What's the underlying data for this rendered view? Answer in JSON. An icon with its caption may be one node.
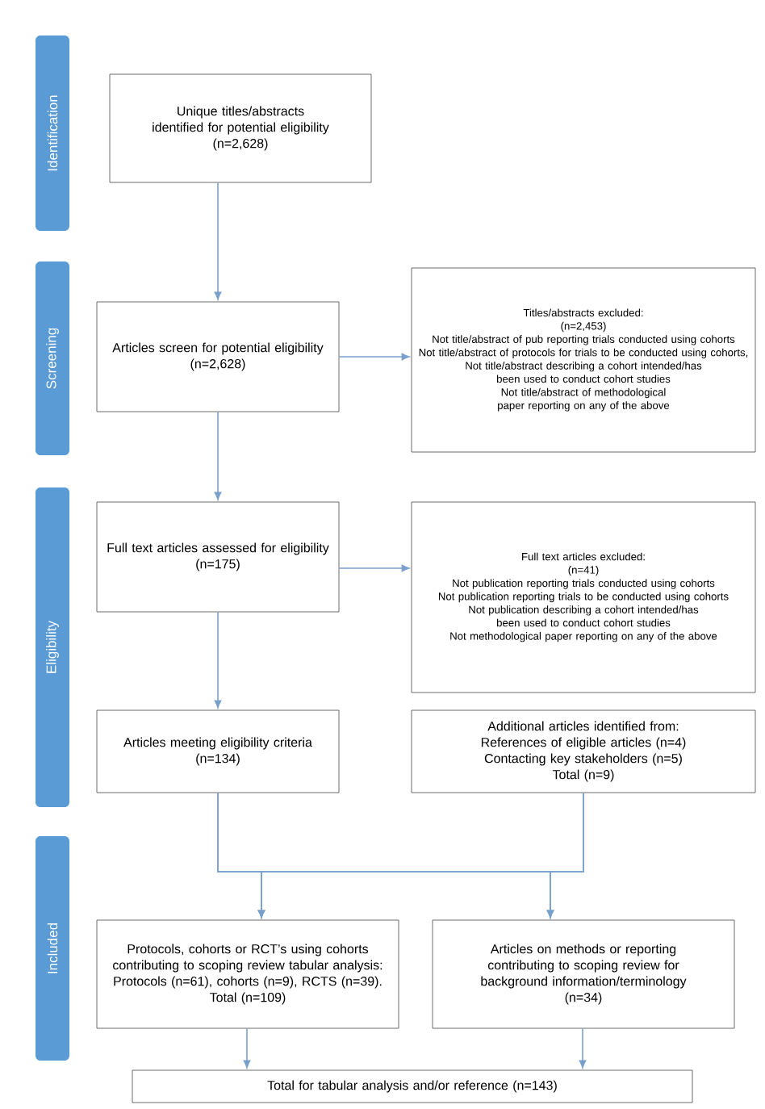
{
  "diagram": {
    "nodes": [
      {
        "text": [
          "Identification"
        ]
      },
      {
        "text": [
          "Unique titles/abstracts identified for potential eligibility",
          "(n=2,628)"
        ]
      },
      {
        "text": [
          "Screening"
        ]
      },
      {
        "text": [
          "Articles screen for potential eligibility",
          "(n=2,628)"
        ]
      },
      {
        "text": [
          "Titles/abstracts excluded:",
          "(n=2,453)",
          "Not title/abstract of pub reporting trials conducted using cohorts",
          "Not title/abstract of protocols for trials to be conducted using cohorts,",
          "Not title/abstract describing a cohort intended/has been used to conduct cohort studies",
          "Not title/abstract of methodological paper reporting on any of the above"
        ]
      },
      {
        "text": [
          "Eligibility"
        ]
      },
      {
        "text": [
          "Full text articles assessed for eligibility",
          "(n=175)"
        ]
      },
      {
        "text": [
          "Full text articles excluded:",
          "(n=41)",
          "Not publication reporting trials conducted using cohorts",
          "Not publication reporting trials to be conducted using cohorts",
          "Not publication describing a cohort intended/has been used to conduct cohort studies",
          "Not methodological paper reporting on any of the above"
        ]
      },
      {
        "text": [
          "Articles meeting eligibility criteria",
          "(n=134)"
        ]
      },
      {
        "text": [
          "Additional articles identified from:",
          "References of eligible articles (n=4)",
          "Contacting key stakeholders (n=5)",
          "Total (n=9)"
        ]
      },
      {
        "text": [
          "Included"
        ]
      },
      {
        "text": [
          "Protocols, cohorts or RCT’s using cohorts contributing to scoping review tabular analysis:",
          "Protocols (n=61), cohorts (n=9), RCTS (n=39).",
          "Total (n=109)"
        ]
      },
      {
        "text": [
          "Articles on methods or reporting contributing to scoping review for background information/terminology",
          "(n=34)"
        ]
      },
      {
        "text": [
          "Total for tabular analysis and/or reference (n=143)"
        ]
      }
    ],
    "edges": [
      {
        "from": 1,
        "to": 3,
        "arrow": "to"
      },
      {
        "from": 3,
        "to": 4,
        "arrow": "to"
      },
      {
        "from": 3,
        "to": 6,
        "arrow": "to"
      },
      {
        "from": 6,
        "to": 7,
        "arrow": "to"
      },
      {
        "from": 6,
        "to": 8,
        "arrow": "to"
      },
      {
        "from": 8,
        "to": 11,
        "arrow": "to"
      },
      {
        "from": 8,
        "to": 12,
        "arrow": "to"
      },
      {
        "from": 9,
        "to": 11,
        "arrow": "to"
      },
      {
        "from": 9,
        "to": 12,
        "arrow": "to"
      },
      {
        "from": 11,
        "to": 13,
        "arrow": "to"
      },
      {
        "from": 12,
        "to": 13,
        "arrow": "to"
      }
    ]
  }
}
